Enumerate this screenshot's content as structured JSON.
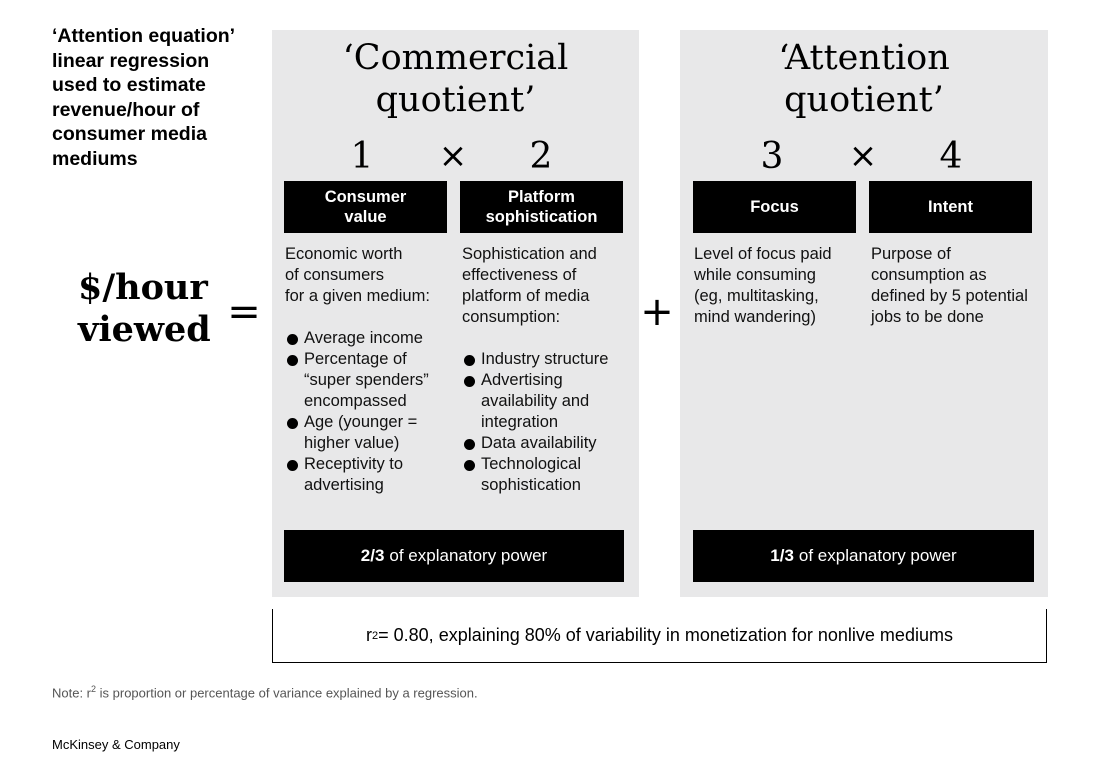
{
  "intro": {
    "lines": [
      "‘Attention equation’",
      "linear regression",
      "used to estimate",
      "revenue/hour of",
      "consumer media",
      "mediums"
    ]
  },
  "lhs": {
    "line1": "$/hour",
    "line2": "viewed"
  },
  "operators": {
    "equals": "=",
    "plus": "+",
    "times": "×"
  },
  "commercial": {
    "title_line1": "‘Commercial",
    "title_line2": "quotient’",
    "factors": [
      {
        "number": "1",
        "label_line1": "Consumer",
        "label_line2": "value",
        "desc_lines": [
          "Economic worth",
          "of consumers",
          "for a given medium:"
        ],
        "bullets": [
          [
            "Average income"
          ],
          [
            "Percentage of",
            "“super spenders”",
            "encompassed"
          ],
          [
            "Age (younger =",
            "higher value)"
          ],
          [
            "Receptivity to",
            "advertising"
          ]
        ]
      },
      {
        "number": "2",
        "label_line1": "Platform",
        "label_line2": "sophistication",
        "desc_lines": [
          "Sophistication and",
          "effectiveness of",
          "platform of media",
          "consumption:"
        ],
        "bullets": [
          [
            "Industry structure"
          ],
          [
            "Advertising",
            "availability and",
            "integration"
          ],
          [
            "Data availability"
          ],
          [
            "Technological",
            "sophistication"
          ]
        ]
      }
    ],
    "power_bold": "2/3",
    "power_text": "of explanatory power"
  },
  "attention": {
    "title_line1": "‘Attention",
    "title_line2": "quotient’",
    "factors": [
      {
        "number": "3",
        "label": "Focus",
        "desc_lines": [
          "Level of focus paid",
          "while consuming",
          "(eg, multitasking,",
          "mind wandering)"
        ]
      },
      {
        "number": "4",
        "label": "Intent",
        "desc_lines": [
          "Purpose of",
          "consumption as",
          "defined by 5 potential",
          "jobs to be done"
        ]
      }
    ],
    "power_bold": "1/3",
    "power_text": "of explanatory power"
  },
  "rsquared": {
    "r": "r",
    "sup": "2",
    "text": " = 0.80, explaining 80% of variability in monetization for nonlive mediums"
  },
  "note": {
    "prefix": "Note: r",
    "sup": "2",
    "text": " is proportion or percentage of variance explained by a regression."
  },
  "brand": "McKinsey & Company"
}
